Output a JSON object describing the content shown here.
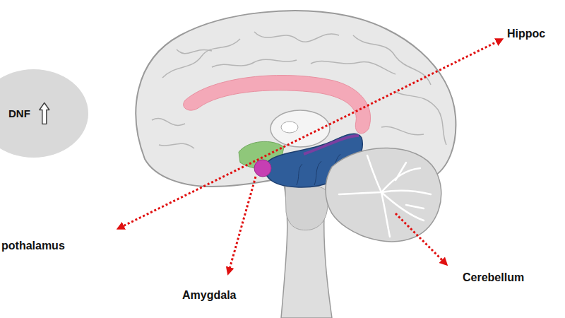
{
  "diagram": {
    "nodes": [
      {
        "text": [
          "DNF"
        ]
      }
    ],
    "labels": [
      "Hippoc",
      "pothalamus",
      "Amygdala",
      "Cerebellum"
    ]
  }
}
